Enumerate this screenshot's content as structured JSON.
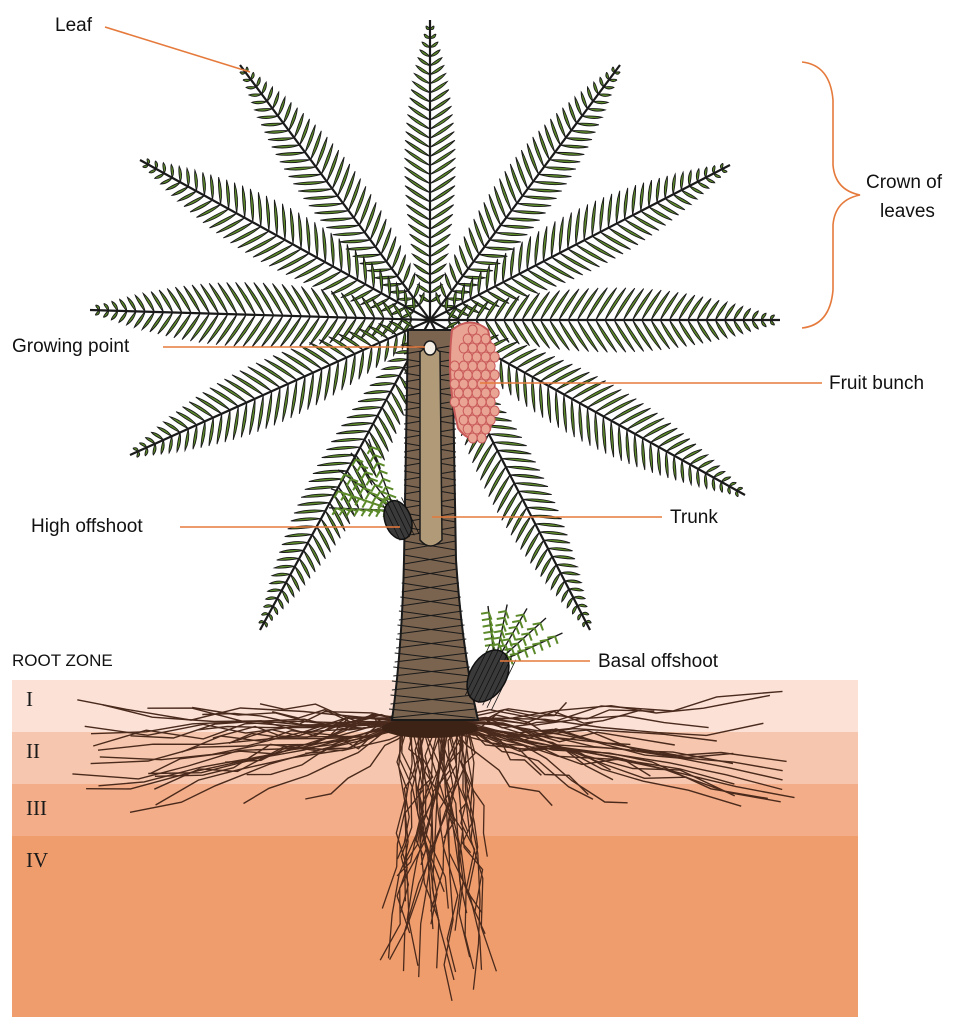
{
  "labels": {
    "leaf": "Leaf",
    "crown_line1": "Crown of",
    "crown_line2": "leaves",
    "growing_point": "Growing point",
    "fruit_bunch": "Fruit bunch",
    "high_offshoot": "High offshoot",
    "trunk": "Trunk",
    "basal_offshoot": "Basal offshoot",
    "root_zone": "ROOT ZONE"
  },
  "zones": [
    {
      "numeral": "I",
      "color": "#fbe1d6"
    },
    {
      "numeral": "II",
      "color": "#f6c7ae"
    },
    {
      "numeral": "III",
      "color": "#f3ad88"
    },
    {
      "numeral": "IV",
      "color": "#ef9d6d"
    }
  ],
  "colors": {
    "leader_line": "#e57a3c",
    "leaflet": "#5c8a2a",
    "leaflet_outline": "#1a1a1a",
    "trunk": "#7a6450",
    "trunk_lines": "#1a1a1a",
    "trunk_inner": "#b09a78",
    "fruit": "#e9a493",
    "fruit_outline": "#c85a5a",
    "roots": "#4a2a1c"
  }
}
